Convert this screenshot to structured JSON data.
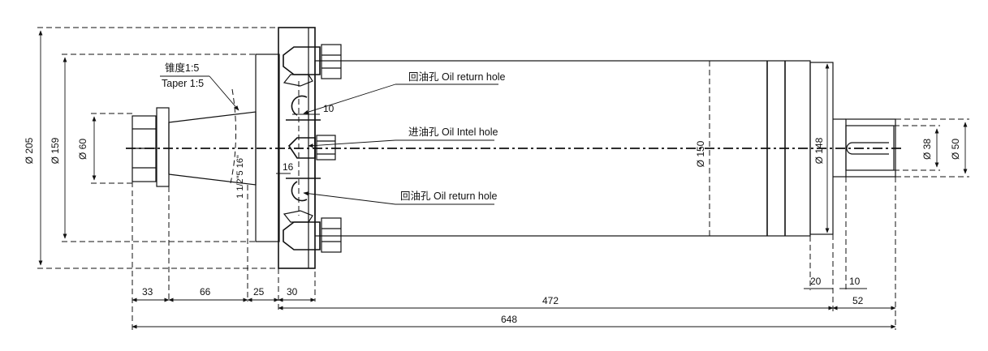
{
  "title": "",
  "taper": {
    "cn": "锥度1:5",
    "en": "Taper 1:5"
  },
  "callouts": {
    "oil_return_top": {
      "cn": "回油孔",
      "en": "Oil return hole"
    },
    "oil_inlet": {
      "cn": "进油孔",
      "en": "Oil Intel hole"
    },
    "oil_return_bottom": {
      "cn": "回油孔",
      "en": "Oil return hole"
    }
  },
  "dimensions": {
    "dia_205": "Ø 205",
    "dia_159": "Ø 159",
    "dia_60": "Ø 60",
    "thread": "1 1/2\"5 16\"",
    "dia_150": "Ø 150",
    "dia_148": "Ø 148",
    "dia_38": "Ø 38",
    "dia_50": "Ø 50",
    "d10_top": "10",
    "d16": "16",
    "d33": "33",
    "d66": "66",
    "d25": "25",
    "d30": "30",
    "d472": "472",
    "d20": "20",
    "d10_right": "10",
    "d52": "52",
    "d648": "648"
  }
}
